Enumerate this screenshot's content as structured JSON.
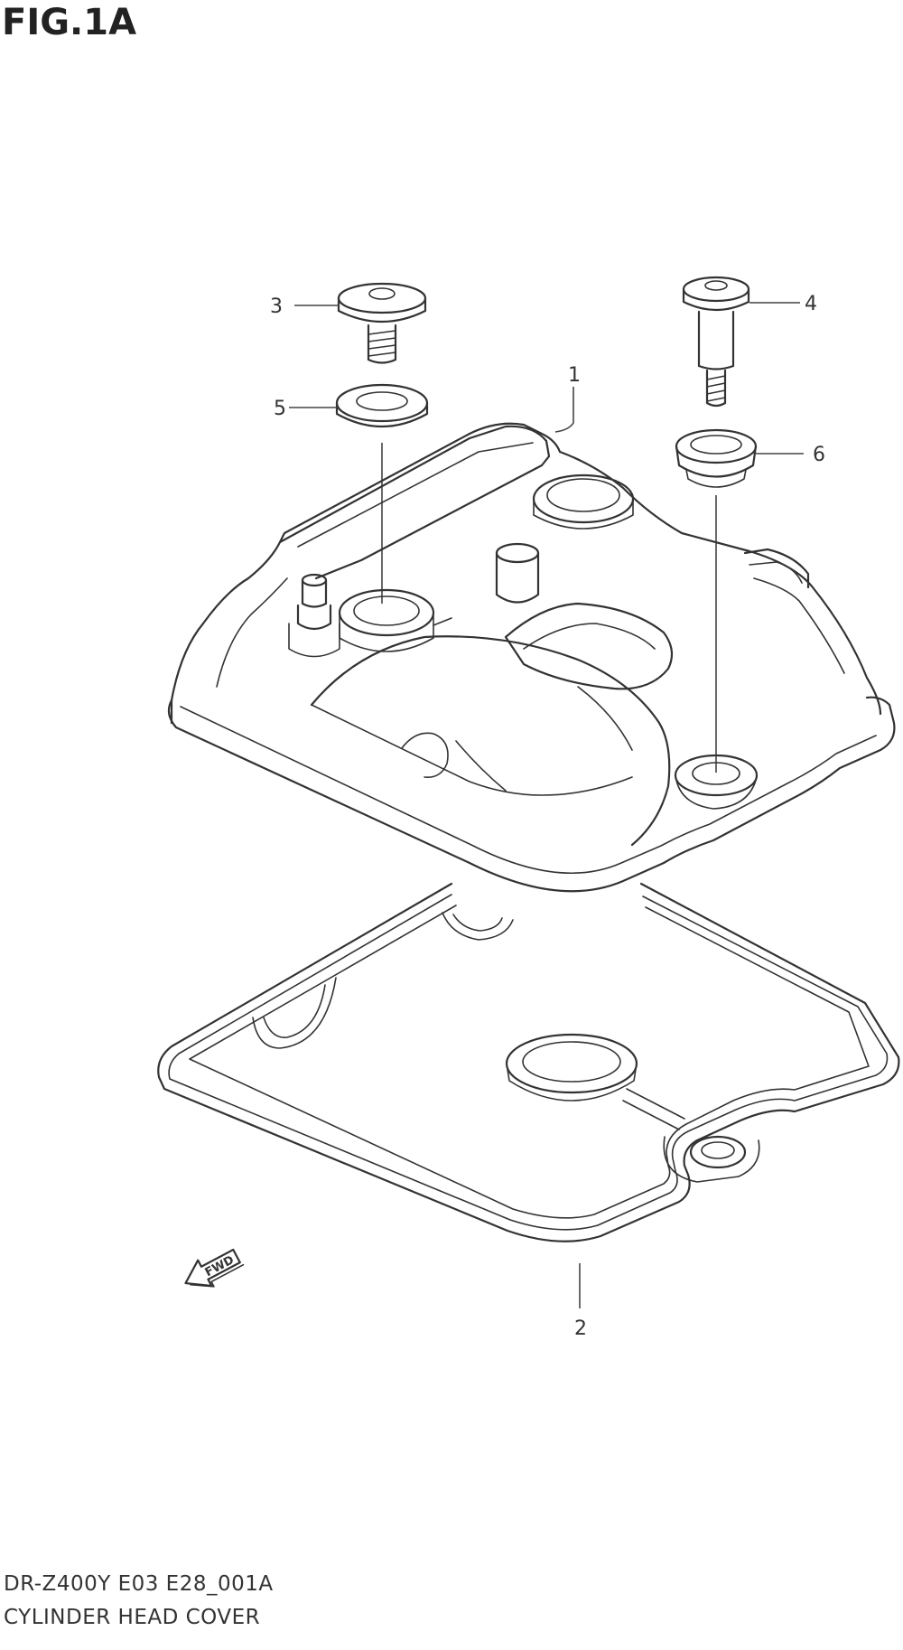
{
  "figure": {
    "title": "FIG.1A"
  },
  "callouts": [
    {
      "id": "1",
      "label": "1"
    },
    {
      "id": "2",
      "label": "2"
    },
    {
      "id": "3",
      "label": "3"
    },
    {
      "id": "4",
      "label": "4"
    },
    {
      "id": "5",
      "label": "5"
    },
    {
      "id": "6",
      "label": "6"
    }
  ],
  "direction_marker": {
    "label": "FWD"
  },
  "footer": {
    "code": "DR-Z400Y E03 E28_001A",
    "name": "CYLINDER HEAD COVER"
  }
}
